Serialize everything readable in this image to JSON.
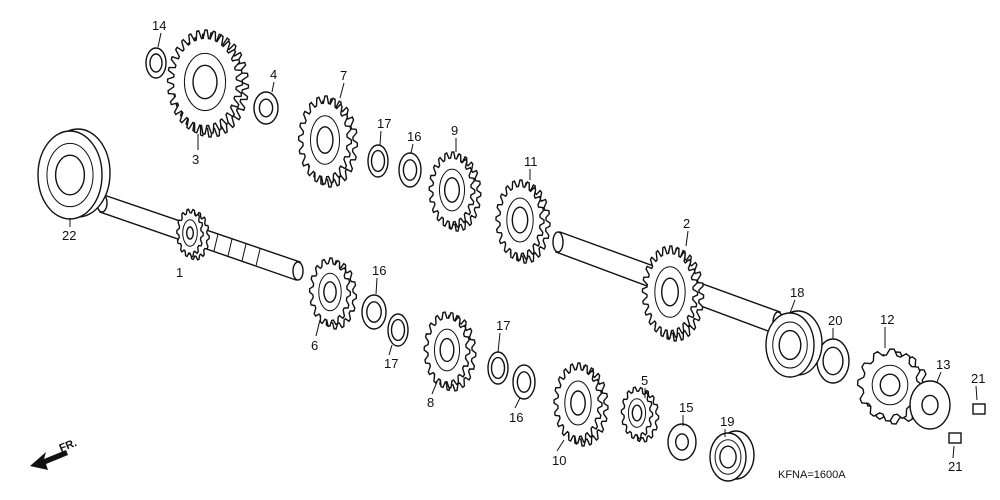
{
  "diagram": {
    "callouts": [
      {
        "id": "c14",
        "text": "14"
      },
      {
        "id": "c3",
        "text": "3"
      },
      {
        "id": "c4",
        "text": "4"
      },
      {
        "id": "c7",
        "text": "7"
      },
      {
        "id": "c17a",
        "text": "17"
      },
      {
        "id": "c16a",
        "text": "16"
      },
      {
        "id": "c9",
        "text": "9"
      },
      {
        "id": "c11",
        "text": "11"
      },
      {
        "id": "c22",
        "text": "22"
      },
      {
        "id": "c1",
        "text": "1"
      },
      {
        "id": "c2",
        "text": "2"
      },
      {
        "id": "c16b",
        "text": "16"
      },
      {
        "id": "c6",
        "text": "6"
      },
      {
        "id": "c17b",
        "text": "17"
      },
      {
        "id": "c8",
        "text": "8"
      },
      {
        "id": "c17c",
        "text": "17"
      },
      {
        "id": "c16c",
        "text": "16"
      },
      {
        "id": "c10",
        "text": "10"
      },
      {
        "id": "c5",
        "text": "5"
      },
      {
        "id": "c15",
        "text": "15"
      },
      {
        "id": "c19",
        "text": "19"
      },
      {
        "id": "c18",
        "text": "18"
      },
      {
        "id": "c20",
        "text": "20"
      },
      {
        "id": "c12",
        "text": "12"
      },
      {
        "id": "c13",
        "text": "13"
      },
      {
        "id": "c21a",
        "text": "21"
      },
      {
        "id": "c21b",
        "text": "21"
      }
    ],
    "front_indicator": "FR.",
    "figure_code": "KFNA=1600A"
  }
}
